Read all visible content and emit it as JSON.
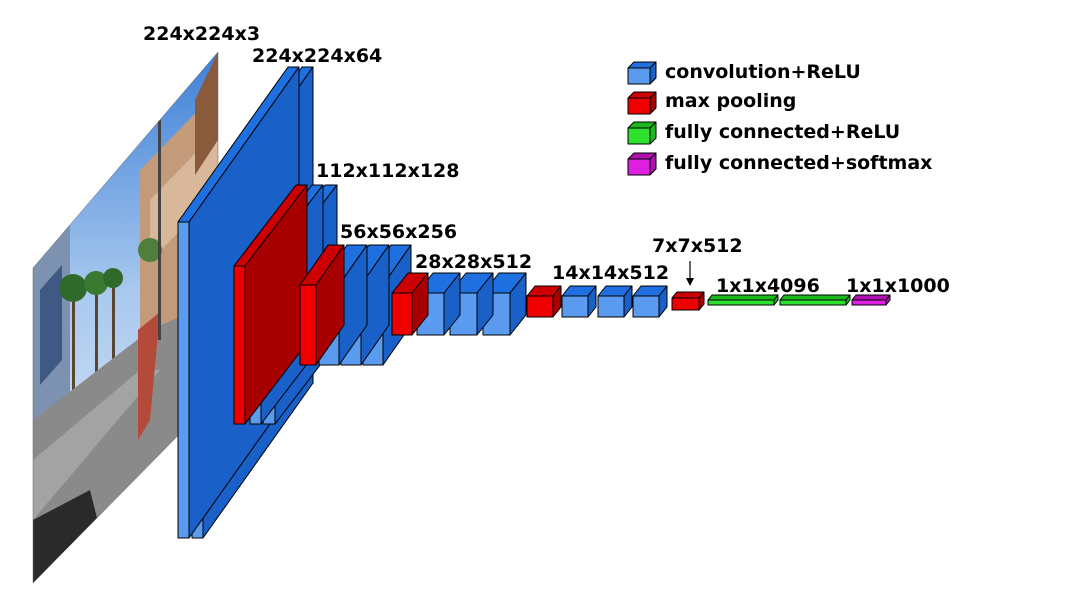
{
  "diagram": {
    "input_image_icon": "street-photo",
    "layer_labels": {
      "input": "224x224x3",
      "conv1": "224x224x64",
      "conv2": "112x112x128",
      "conv3": "56x56x256",
      "conv4": "28x28x512",
      "conv5": "14x14x512",
      "pool5": "7x7x512",
      "fc": "1x1x4096",
      "softmax": "1x1x1000"
    },
    "legend": [
      {
        "label": "convolution+ReLU",
        "color": "#5b9bef"
      },
      {
        "label": "max pooling",
        "color": "#ee0000"
      },
      {
        "label": "fully connected+ReLU",
        "color": "#2ee02e"
      },
      {
        "label": "fully connected+softmax",
        "color": "#e020e0"
      }
    ],
    "colors": {
      "conv_front": "#5b9bef",
      "conv_top": "#1e6fe0",
      "conv_side": "#1960c8",
      "pool_front": "#ee0000",
      "pool_top": "#cc0000",
      "pool_side": "#a80000",
      "fc_front": "#2ee02e",
      "fc_top": "#1bb81b",
      "softmax_front": "#e020e0",
      "softmax_top": "#b010b0"
    }
  }
}
